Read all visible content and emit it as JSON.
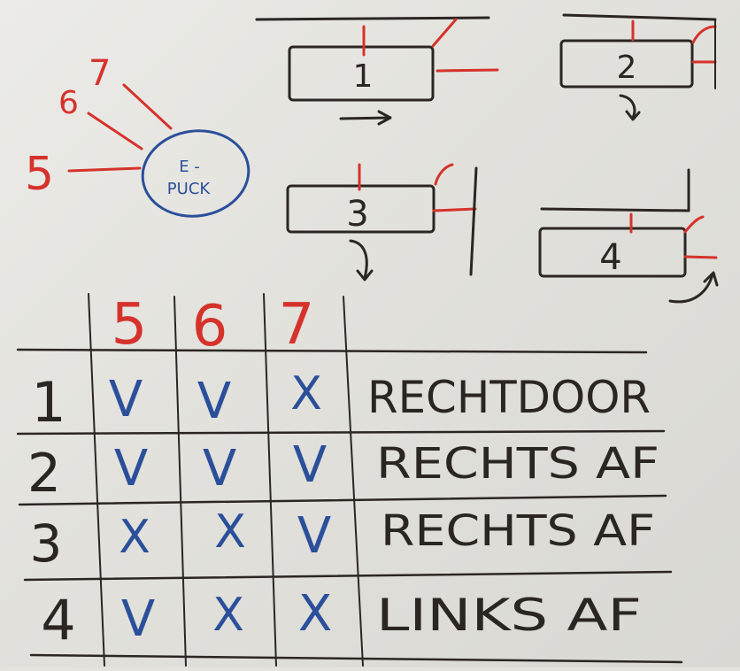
{
  "diagram": {
    "robot_label_line1": "E -",
    "robot_label_line2": "PUCK",
    "sensor_labels": [
      "5",
      "6",
      "7"
    ],
    "scenario_labels": [
      "1",
      "2",
      "3",
      "4"
    ]
  },
  "table": {
    "columns": [
      "5",
      "6",
      "7"
    ],
    "rows": [
      {
        "num": "1",
        "s5": "V",
        "s6": "V",
        "s7": "X",
        "action": "RECHTDOOR"
      },
      {
        "num": "2",
        "s5": "V",
        "s6": "V",
        "s7": "V",
        "action": "RECHTS AF"
      },
      {
        "num": "3",
        "s5": "X",
        "s6": "X",
        "s7": "V",
        "action": "RECHTS AF"
      },
      {
        "num": "4",
        "s5": "V",
        "s6": "X",
        "s7": "X",
        "action": "LINKS AF"
      }
    ]
  },
  "colors": {
    "marker_black": "#2b2622",
    "marker_red": "#d6322c",
    "marker_blue": "#2b4f9a"
  }
}
